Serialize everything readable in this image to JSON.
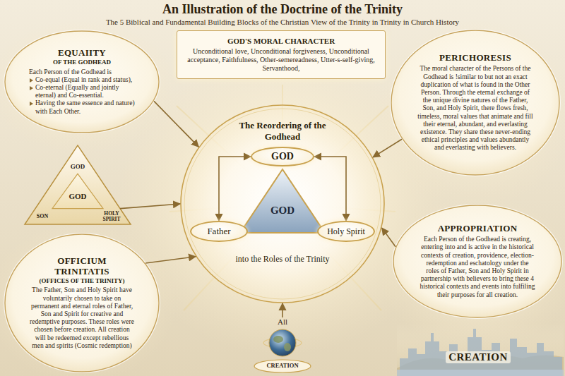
{
  "diagram": {
    "title": "An Illustration of the Doctrine of the Trinity",
    "nodes": [
      {
        "text": [
          "EQUAIITY",
          "OF THE GODHEAD",
          "Each Person of the Godhead is",
          "Co-equal (Equal in rank and status),",
          "Co-eternal (Equally and jointly eternal) and Co-essential.",
          "Having the same essence and nature) with Each Other."
        ]
      },
      {
        "text": [
          "GOD'S MORAL CHARACTER",
          "Unconditional love, Unconditional forgiveness, Unconditional acceptance, Faithfulness, Other-semereadness, Utter-s-self-giving, Servanthood,"
        ]
      },
      {
        "text": [
          "PERICHORESIS",
          "The moral character of the Persons of the Godhead is !similar to but not an exact duplication of what is found in the Other Person. Through the eternal exchange of the unique divine natures of the Father, Son, and Holy Spirit, there flows fresh, timeless, moral values that animate and fill their eternal, abundant, and everlasting existence. They share these never-ending ethical principles and values abundantly and everlasting with believers."
        ]
      },
      {
        "text": [
          "GOD",
          "GOD",
          "SON",
          "HOLY SPIRIT"
        ]
      },
      {
        "text": [
          "The Reordering of the Godhead",
          "into the Roles of the Trinity"
        ]
      },
      {
        "text": [
          "GOD"
        ],
        "in": 4
      },
      {
        "text": [
          "GOD"
        ],
        "in": 4
      },
      {
        "text": [
          "Father"
        ],
        "in": 4
      },
      {
        "text": [
          "Holy Spirit"
        ],
        "in": 4
      },
      {
        "text": [
          "OFFICIUM TRINITATIS",
          "(OFFICES OF THE TRINITY)",
          "The Father, Son and Holy Spirit have voluntarily chosen to take on permanent and eternal roles of Father, Son and Spirit for creative and redemptive purposes. These roles were chosen before creation. All creation will be redeemed except rebellious men and spirits (Cosmic redemption)"
        ]
      },
      {
        "text": [
          "APPROPRIATION",
          "Each Person of the Godhead is creating, entering into and is active in the historical contexts of creation, providence, election-redemption and eschatology under the roles of Father, Son and Holy Spirit in partnership with believers to bring these 4 historical contexts and events into fulfiling their purposes for all creation."
        ]
      },
      {
        "text": [
          "All",
          "CREATION"
        ]
      }
    ],
    "edges": [
      {
        "from": 0,
        "to": 4,
        "arrow": "to"
      },
      {
        "from": 3,
        "to": 4,
        "arrow": "to"
      },
      {
        "from": 9,
        "to": 4,
        "arrow": "to"
      },
      {
        "from": 2,
        "to": 4,
        "arrow": "to"
      },
      {
        "from": 10,
        "to": 4,
        "arrow": "to"
      },
      {
        "from": 11,
        "to": 4,
        "arrow": "to"
      },
      {
        "from": 5,
        "to": 7,
        "arrow": "both"
      },
      {
        "from": 5,
        "to": 8,
        "arrow": "both"
      }
    ],
    "labels": [
      "The 5 Biblical and Fundamental Building Blocks of the Christian View of the Trinity in Trinity in Church History",
      "CREATION"
    ]
  }
}
